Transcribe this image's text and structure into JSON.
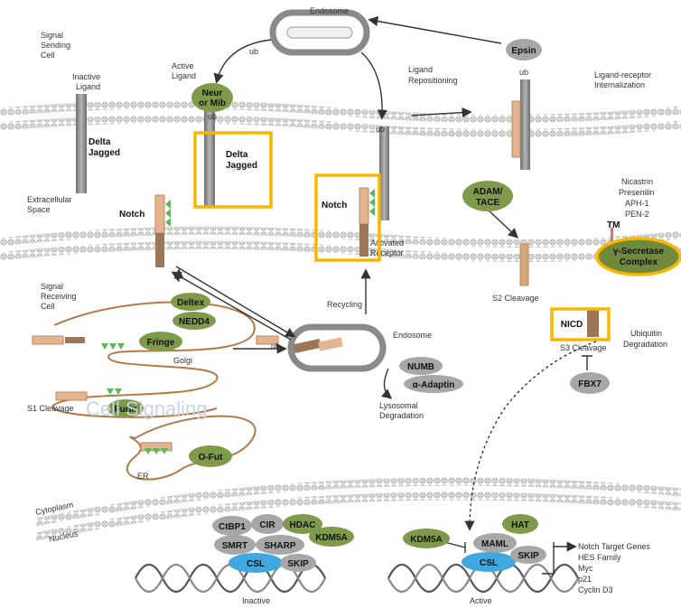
{
  "colors": {
    "highlight": "#f5b700",
    "green_pill": "#7f9a4a",
    "grey_pill": "#a7a7a7",
    "blue_pill": "#3fa8e0",
    "membrane": "#c9c9c9",
    "receptor_tan": "#e3b48f",
    "receptor_brown": "#9b7758",
    "golgi": "#b37a47"
  },
  "labels": {
    "endosome_top": "Endosome",
    "signal_sending_cell": [
      "Signal",
      "Sending",
      "Cell"
    ],
    "active_ligand": [
      "Active",
      "Ligand"
    ],
    "inactive_ligand": [
      "Inactive",
      "Ligand"
    ],
    "ligand_repositioning": [
      "Ligand",
      "Repositioning"
    ],
    "ligand_receptor_internalization": [
      "Ligand-receptor",
      "Internalization"
    ],
    "delta_jagged_left": [
      "Delta",
      "Jagged"
    ],
    "delta_jagged_center": [
      "Delta",
      "Jagged"
    ],
    "extracellular_space": [
      "Extracellular",
      "Space"
    ],
    "notch_left": "Notch",
    "notch_center": "Notch",
    "activated_receptor": [
      "Activated",
      "Receptor"
    ],
    "nicastrin_list": [
      "Nicastrin",
      "Presenilin",
      "APH-1",
      "PEN-2"
    ],
    "tm": "TM",
    "s2_cleavage": "S2 Cleavage",
    "s3_cleavage": "S3 Cleavage",
    "ubiquitin_degradation": [
      "Ubiquitin",
      "Degradation"
    ],
    "signal_receiving_cell": [
      "Signal",
      "Receiving",
      "Cell"
    ],
    "recycling": "Recycling",
    "endosome_mid": "Endosome",
    "lysosomal_degradation": [
      "Lysosomal",
      "Degradation"
    ],
    "golgi": "Golgi",
    "s1_cleavage": "S1 Cleavage",
    "er": "ER",
    "cytoplasm": "Cytoplasm",
    "nucleus": "Nucleus",
    "inactive": "Inactive",
    "active": "Active",
    "watermark": "Cell Signaling",
    "ub": "ub",
    "target_genes": [
      "Notch Target Genes",
      "HES Family",
      "Myc",
      "p21",
      "Cyclin D3"
    ]
  },
  "pills": {
    "epsin": "Epsin",
    "neur_mib": [
      "Neur",
      "or Mib"
    ],
    "adam_tace": [
      "ADAM/",
      "TACE"
    ],
    "gamma_secretase": [
      "γ-Secretase",
      "Complex"
    ],
    "nicd": "NICD",
    "fbx7": "FBX7",
    "deltex": "Deltex",
    "nedd4": "NEDD4",
    "numb": "NUMB",
    "alpha_adaptin": "α-Adaptin",
    "fringe": "Fringe",
    "furin": "Furin",
    "ofut": "O-Fut",
    "ctbp1": "CtBP1",
    "cir": "CIR",
    "hdac": "HDAC",
    "kdm5a_left": "KDM5A",
    "smrt": "SMRT",
    "sharp": "SHARP",
    "csl_left": "CSL",
    "skip_left": "SKIP",
    "kdm5a_right": "KDM5A",
    "hat": "HAT",
    "maml": "MAML",
    "csl_right": "CSL",
    "skip_right": "SKIP"
  }
}
